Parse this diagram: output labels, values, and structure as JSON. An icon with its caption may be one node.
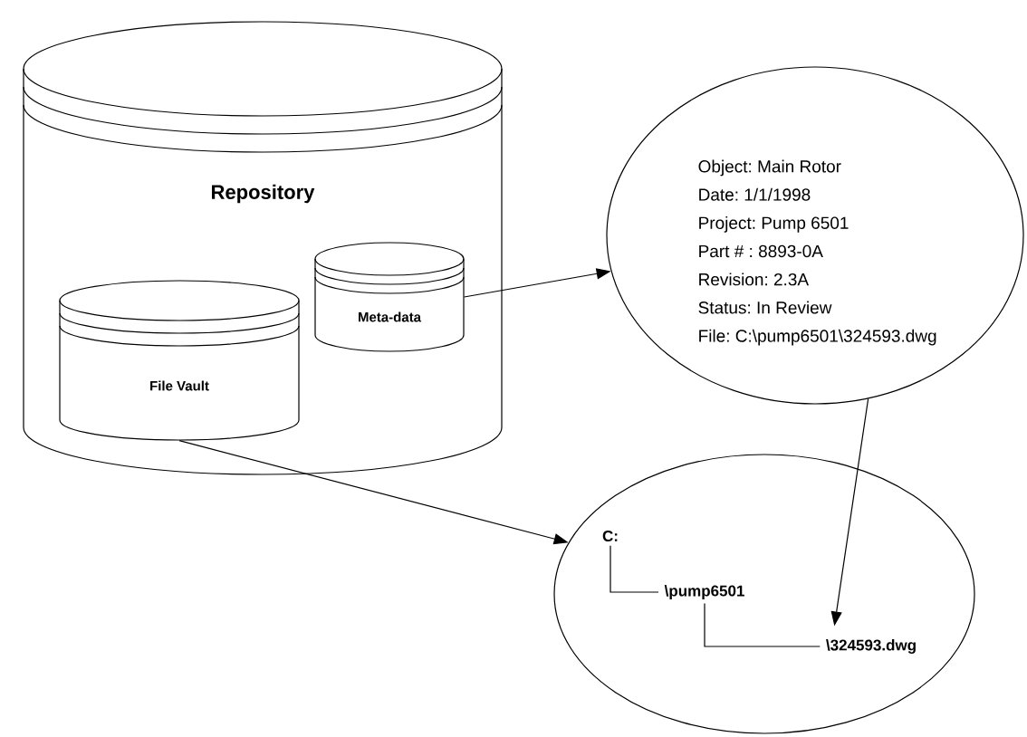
{
  "diagram": {
    "nodes": [
      {
        "text": [
          "Repository"
        ]
      },
      {
        "text": [
          "File Vault"
        ],
        "in": 0
      },
      {
        "text": [
          "Meta-data"
        ],
        "in": 0
      },
      {
        "text": [
          "Object: Main Rotor",
          "Date: 1/1/1998",
          "Project: Pump 6501",
          "Part # : 8893-0A",
          "Revision: 2.3A",
          "Status: In Review",
          "File: C:\\pump6501\\324593.dwg"
        ]
      },
      {
        "text": [],
        "shape": "ellipse"
      },
      {
        "text": [
          "C:"
        ],
        "in": 4
      },
      {
        "text": [
          "\\pump6501"
        ],
        "in": 4
      },
      {
        "text": [
          "\\324593.dwg"
        ],
        "in": 4
      }
    ],
    "edges": [
      {
        "from": 2,
        "to": 3,
        "arrow": "to"
      },
      {
        "from": 1,
        "to": 4,
        "arrow": "to"
      },
      {
        "from": 3,
        "to": 7,
        "arrow": "to"
      },
      {
        "from": 5,
        "to": 6,
        "arrow": "none"
      },
      {
        "from": 6,
        "to": 7,
        "arrow": "none"
      }
    ]
  }
}
